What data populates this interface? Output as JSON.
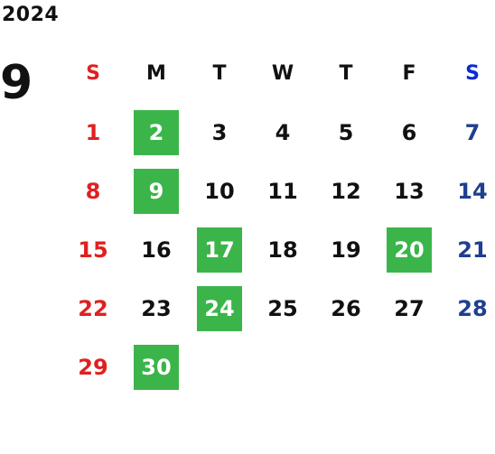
{
  "header": {
    "year": "2024",
    "month": "9"
  },
  "calendar": {
    "weekdays": [
      "S",
      "M",
      "T",
      "W",
      "T",
      "F",
      "S"
    ],
    "weeks": [
      [
        "",
        "",
        "",
        "",
        "",
        "",
        ""
      ],
      [
        "1",
        "2",
        "3",
        "4",
        "5",
        "6",
        "7"
      ],
      [
        "8",
        "9",
        "10",
        "11",
        "12",
        "13",
        "14"
      ],
      [
        "15",
        "16",
        "17",
        "18",
        "19",
        "20",
        "21"
      ],
      [
        "22",
        "23",
        "24",
        "25",
        "26",
        "27",
        "28"
      ],
      [
        "29",
        "30",
        "",
        "",
        "",
        "",
        ""
      ]
    ],
    "highlighted_days": [
      "2",
      "9",
      "17",
      "20",
      "24",
      "30"
    ]
  },
  "colors": {
    "sunday": "#e02020",
    "saturday_header": "#0a2bd6",
    "saturday_dates": "#1f3f8f",
    "text": "#111111",
    "highlight": "#3bb54a",
    "highlight_text": "#ffffff"
  }
}
